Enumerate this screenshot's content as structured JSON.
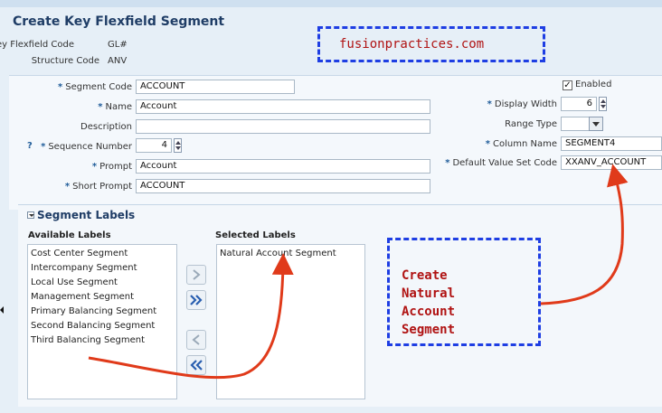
{
  "header": {
    "title": "Create Key Flexfield Segment",
    "key_flexfield_code_label": "Key Flexfield Code",
    "key_flexfield_code_value": "GL#",
    "structure_code_label": "Structure Code",
    "structure_code_value": "ANV"
  },
  "watermark": "fusionpractices.com",
  "form": {
    "required_mark": "*",
    "segment_code": {
      "label": "Segment Code",
      "value": "ACCOUNT"
    },
    "name": {
      "label": "Name",
      "value": "Account"
    },
    "description": {
      "label": "Description",
      "value": ""
    },
    "sequence_number": {
      "label": "Sequence Number",
      "value": "4",
      "help_icon": "?"
    },
    "prompt": {
      "label": "Prompt",
      "value": "Account"
    },
    "short_prompt": {
      "label": "Short Prompt",
      "value": "ACCOUNT"
    },
    "enabled": {
      "label": "Enabled",
      "checked": true,
      "mark": "✓"
    },
    "display_width": {
      "label": "Display Width",
      "value": "6"
    },
    "range_type": {
      "label": "Range Type",
      "value": ""
    },
    "column_name": {
      "label": "Column Name",
      "value": "SEGMENT4"
    },
    "default_value_set_code": {
      "label": "Default Value Set Code",
      "value": "XXANV_ACCOUNT"
    }
  },
  "segment_labels": {
    "title": "Segment Labels",
    "available_header": "Available Labels",
    "selected_header": "Selected Labels",
    "available": [
      "Cost Center Segment",
      "Intercompany Segment",
      "Local Use Segment",
      "Management Segment",
      "Primary Balancing Segment",
      "Second Balancing Segment",
      "Third Balancing Segment"
    ],
    "selected": [
      "Natural Account Segment"
    ]
  },
  "callout": {
    "lines": [
      "Create",
      "Natural",
      "Account",
      "Segment"
    ]
  },
  "colors": {
    "annotation_red": "#e03a1a",
    "dash_blue": "#1e3ee3",
    "title_navy": "#1f3d66"
  }
}
